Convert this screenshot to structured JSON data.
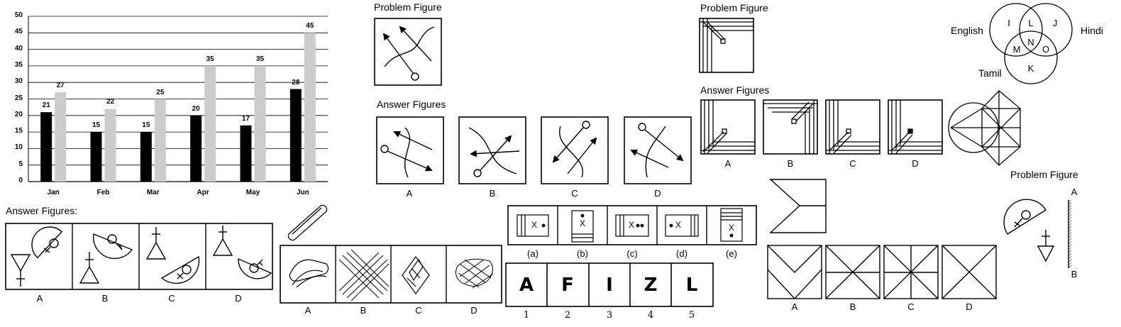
{
  "chart_data": {
    "type": "bar",
    "categories": [
      "Jan",
      "Feb",
      "Mar",
      "Apr",
      "May",
      "Jun"
    ],
    "series": [
      {
        "values": [
          21,
          15,
          15,
          20,
          17,
          28
        ],
        "color": "#000000"
      },
      {
        "values": [
          27,
          22,
          25,
          35,
          35,
          45
        ],
        "color": "#cccccc"
      }
    ],
    "yticks": [
      "0",
      "5",
      "10",
      "15",
      "20",
      "25",
      "30",
      "35",
      "40",
      "45",
      "50"
    ],
    "ylim": [
      0,
      50
    ],
    "grid": true
  },
  "headings": {
    "problem_figure_1": "Problem Figure",
    "answer_figures_1": "Answer Figures",
    "problem_figure_2": "Problem Figure",
    "answer_figures_2": "Answer Figures",
    "problem_figure_3": "Problem Figure",
    "answer_figures_3": "Answer Figures:"
  },
  "option_labels": {
    "arrows": [
      "A",
      "B",
      "C",
      "D"
    ],
    "corners": [
      "A",
      "B",
      "C",
      "D"
    ],
    "symbols": [
      "A",
      "B",
      "C",
      "D"
    ],
    "clips": [
      "A",
      "B",
      "C",
      "D"
    ],
    "paper": [
      "(a)",
      "(b)",
      "(c)",
      "(d)",
      "(e)"
    ],
    "letters_numbers": [
      "1",
      "2",
      "3",
      "4",
      "5"
    ],
    "folds": [
      "A",
      "B",
      "C",
      "D"
    ]
  },
  "letters": [
    "A",
    "F",
    "I",
    "Z",
    "L"
  ],
  "venn": {
    "sets": [
      "English",
      "Hindi",
      "Tamil"
    ],
    "regions": [
      "I",
      "L",
      "J",
      "M",
      "N",
      "O",
      "K"
    ]
  },
  "mirror": {
    "top": "A",
    "bottom": "B"
  },
  "paper_marks": [
    "X",
    "X",
    "X",
    "X",
    "X"
  ]
}
